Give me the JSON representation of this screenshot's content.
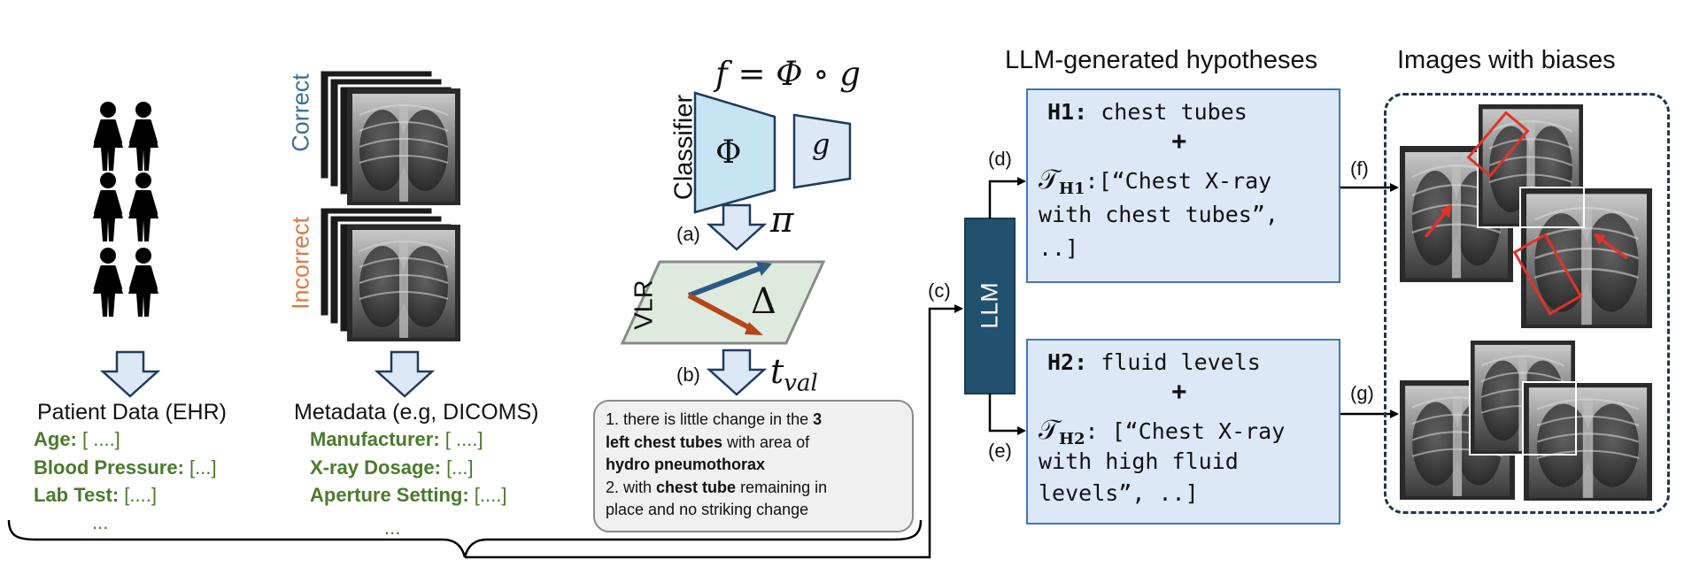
{
  "ehr": {
    "label": "Patient Data (EHR)",
    "fields": [
      {
        "name": "Age:",
        "value": " [ ....]"
      },
      {
        "name": "Blood Pressure:",
        "value": " [...]"
      },
      {
        "name": "Lab Test:",
        "value": " [....]"
      }
    ],
    "ellipsis": "..."
  },
  "metadata": {
    "label": "Metadata (e.g, DICOMS)",
    "fields": [
      {
        "name": "Manufacturer:",
        "value": " [ ....]"
      },
      {
        "name": "X-ray Dosage:",
        "value": " [...]"
      },
      {
        "name": "Aperture Setting:",
        "value": " [....]"
      }
    ],
    "ellipsis": "...",
    "correct_label": "Correct",
    "incorrect_label": "Incorrect"
  },
  "classifier": {
    "side_label": "Classifier",
    "formula": "f = Φ ∘ g",
    "phi": "Φ",
    "g": "g",
    "pi": "π",
    "vlr_label": "VLR",
    "delta": "Δ",
    "t_val": "t",
    "t_val_sub": "val"
  },
  "steps": {
    "a": "(a)",
    "b": "(b)",
    "c": "(c)",
    "d": "(d)",
    "e": "(e)",
    "f": "(f)",
    "g": "(g)"
  },
  "report": {
    "line1_a": "1. there is little change in the ",
    "line1_b": "3",
    "line2": "left chest tubes",
    "line2_b": " with area of",
    "line3": "hydro pneumothorax",
    "line4_a": "2. with ",
    "line4_b": "chest tube",
    "line4_c": " remaining in",
    "line5": "place and no striking change"
  },
  "llm": {
    "label": "LLM"
  },
  "hypotheses": {
    "header": "LLM-generated hypotheses",
    "h1": {
      "id": "H1:",
      "topic": "chest tubes",
      "plus": "+",
      "set_symbol": "𝒯",
      "set_sub": "H1",
      "line1": ":[“Chest X-ray",
      "line2": "with chest tubes”,",
      "line3": "..]"
    },
    "h2": {
      "id": "H2:",
      "topic": "fluid levels",
      "plus": "+",
      "set_symbol": "𝒯",
      "set_sub": "H2",
      "line1": ": [“Chest X-ray",
      "line2": "with high fluid",
      "line3": "levels”, ..]"
    }
  },
  "bias_images": {
    "header": "Images with biases"
  },
  "colors": {
    "correct": "#3d6f96",
    "incorrect": "#e07a43",
    "green": "#4a7a2c",
    "llm_box": "#22506f",
    "hyp_fill": "#dce8f5",
    "hyp_border": "#4472c4",
    "arrow_fill": "#dce8f5",
    "arrow_stroke": "#1f3b5c",
    "blue_arrow": "#2b5a84",
    "red_arrow": "#b5471b"
  }
}
